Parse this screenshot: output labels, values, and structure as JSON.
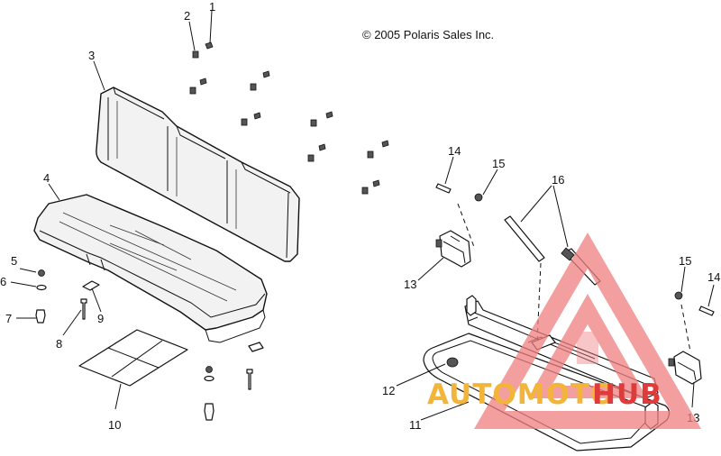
{
  "copyright": "© 2005 Polaris Sales Inc.",
  "callouts": [
    "1",
    "2",
    "3",
    "4",
    "5",
    "6",
    "7",
    "8",
    "9",
    "10",
    "11",
    "12",
    "13",
    "13",
    "14",
    "14",
    "15",
    "15",
    "16"
  ],
  "watermark": {
    "word_a": "AUTOMOTO",
    "word_b": "HUB",
    "color_a": "#f2b53a",
    "color_b": "#e03b3b",
    "triangle_color": "#f08080"
  },
  "colors": {
    "line": "#111111",
    "background": "#ffffff"
  }
}
